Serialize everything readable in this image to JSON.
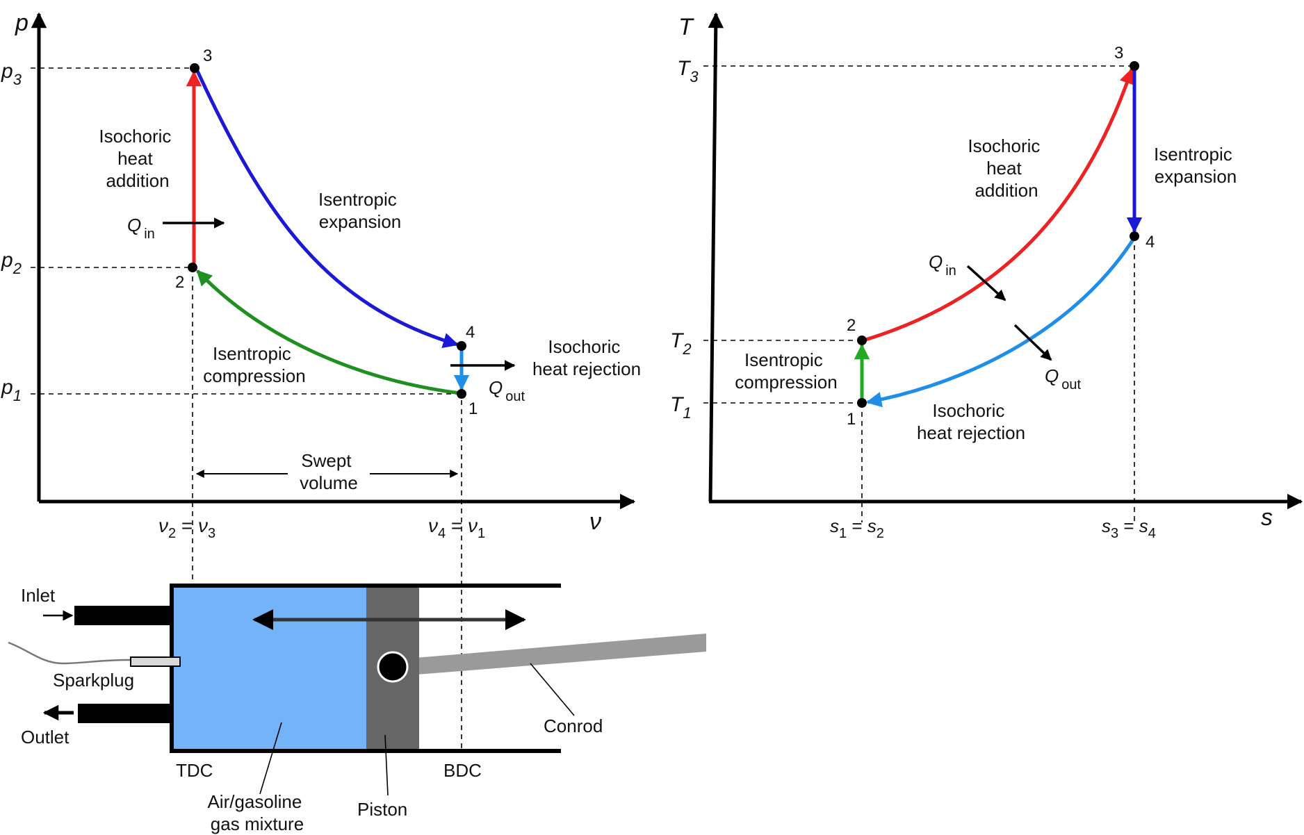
{
  "pv_diagram": {
    "axis_y": "p",
    "axis_x": "ν",
    "ticks_y": [
      {
        "main": "p",
        "sub": "3"
      },
      {
        "main": "p",
        "sub": "2"
      },
      {
        "main": "p",
        "sub": "1"
      }
    ],
    "tick_x_left": {
      "a": "ν",
      "a_sub": "2",
      "eq": " = ",
      "b": "ν",
      "b_sub": "3"
    },
    "tick_x_right": {
      "a": "ν",
      "a_sub": "4",
      "eq": " = ",
      "b": "ν",
      "b_sub": "1"
    },
    "points": [
      "1",
      "2",
      "3",
      "4"
    ],
    "labels": {
      "heat_addition": [
        "Isochoric",
        "heat",
        "addition"
      ],
      "expansion": [
        "Isentropic",
        "expansion"
      ],
      "compression": [
        "Isentropic",
        "compression"
      ],
      "heat_rejection": [
        "Isochoric",
        "heat rejection"
      ],
      "q_in": {
        "main": "Q",
        "sub": "in"
      },
      "q_out": {
        "main": "Q",
        "sub": "out"
      },
      "swept": [
        "Swept",
        "volume"
      ]
    }
  },
  "ts_diagram": {
    "axis_y": "T",
    "axis_x": "s",
    "ticks_y": [
      {
        "main": "T",
        "sub": "3"
      },
      {
        "main": "T",
        "sub": "2"
      },
      {
        "main": "T",
        "sub": "1"
      }
    ],
    "tick_x_left": {
      "a": "s",
      "a_sub": "1",
      "eq": " = ",
      "b": "s",
      "b_sub": "2"
    },
    "tick_x_right": {
      "a": "s",
      "a_sub": "3",
      "eq": " = ",
      "b": "s",
      "b_sub": "4"
    },
    "points": [
      "1",
      "2",
      "3",
      "4"
    ],
    "labels": {
      "heat_addition": [
        "Isochoric",
        "heat",
        "addition"
      ],
      "expansion": [
        "Isentropic",
        "expansion"
      ],
      "compression": [
        "Isentropic",
        "compression"
      ],
      "heat_rejection": [
        "Isochoric",
        "heat rejection"
      ],
      "q_in": {
        "main": "Q",
        "sub": "in"
      },
      "q_out": {
        "main": "Q",
        "sub": "out"
      }
    }
  },
  "engine": {
    "inlet": "Inlet",
    "sparkplug": "Sparkplug",
    "outlet": "Outlet",
    "tdc": "TDC",
    "bdc": "BDC",
    "mixture": [
      "Air/gasoline",
      "gas mixture"
    ],
    "piston": "Piston",
    "conrod": "Conrod"
  },
  "colors": {
    "heat_addition": "#ee2222",
    "expansion": "#1a1ad6",
    "compression": "#1f8f1f",
    "rejection": "#1e8ee8",
    "ts_compression": "#22aa22",
    "gas": "#73b3f7",
    "piston": "#666666",
    "conrod": "#9a9a9a"
  }
}
